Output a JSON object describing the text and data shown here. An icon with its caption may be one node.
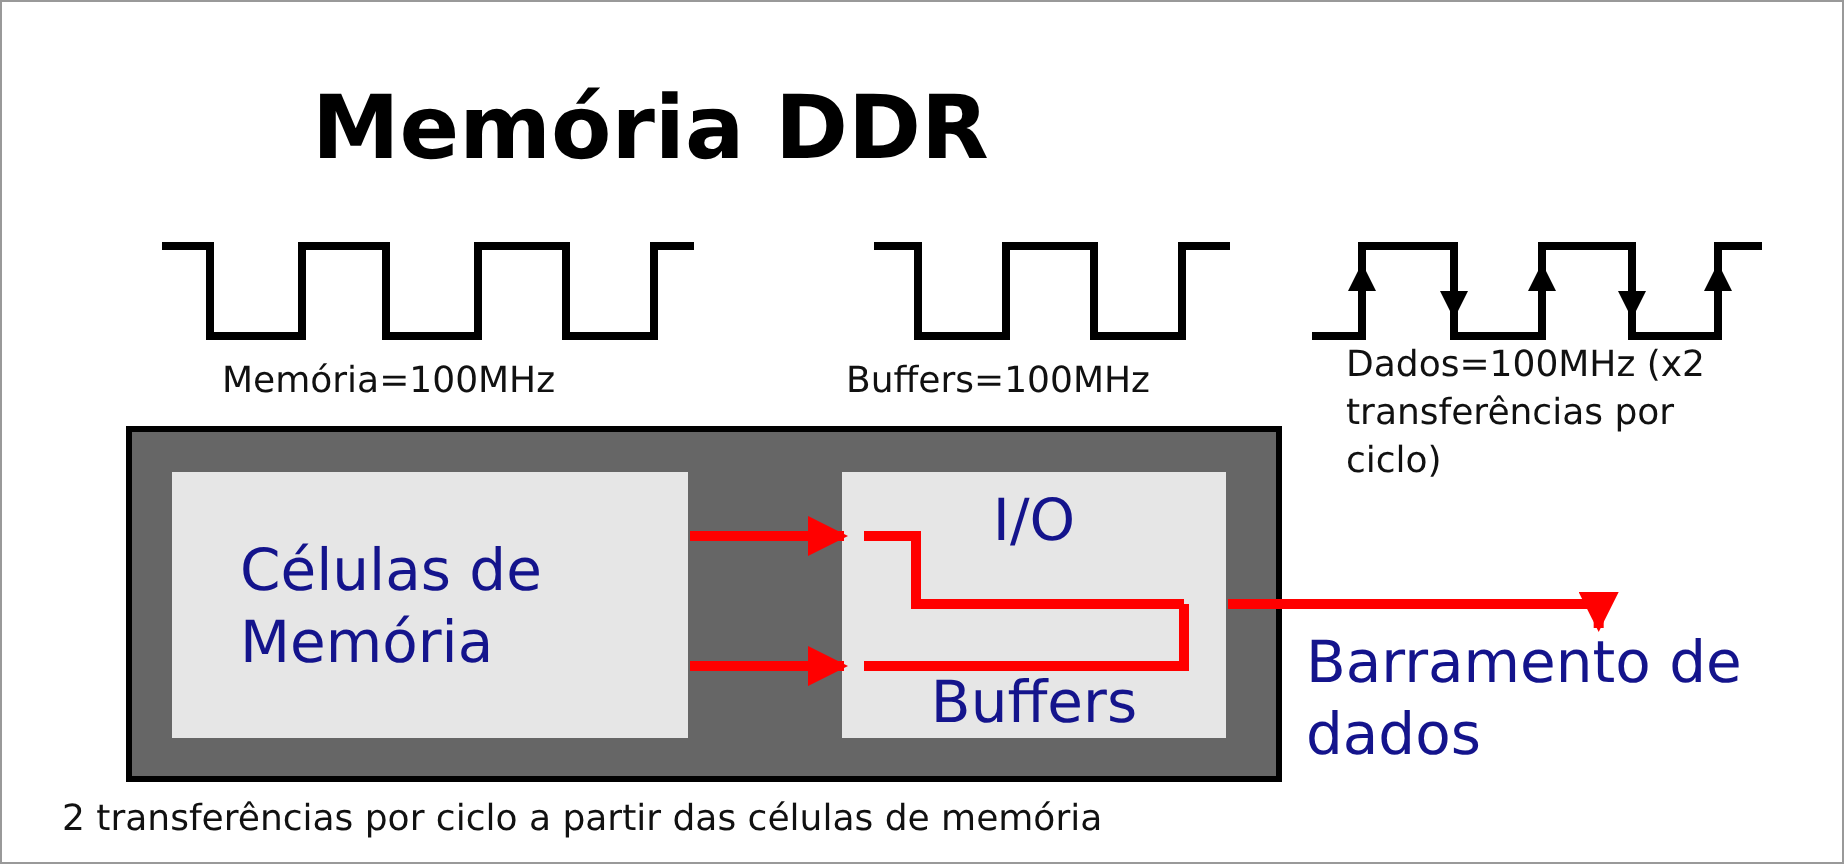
{
  "diagram": {
    "title": "Memória DDR",
    "nodes": [
      {
        "text": [],
        "shape": "box"
      },
      {
        "text": [
          "Células de Memória"
        ],
        "in": 0
      },
      {
        "text": [
          "I/O",
          "Buffers"
        ],
        "in": 0
      },
      {
        "text": [
          "Barramento de dados"
        ]
      }
    ],
    "edges": [
      {
        "from": 1,
        "to": 2,
        "arrow": "to",
        "color": "#ff0000"
      },
      {
        "from": 1,
        "to": 2,
        "arrow": "to",
        "color": "#ff0000"
      },
      {
        "from": 2,
        "to": 3,
        "arrow": "to",
        "color": "#ff0000"
      }
    ],
    "labels": [
      "Memória=100MHz",
      "Buffers=100MHz",
      "Dados=100MHz (x2 transferências por ciclo)",
      "2 transferências por ciclo a partir das células de memória"
    ]
  }
}
